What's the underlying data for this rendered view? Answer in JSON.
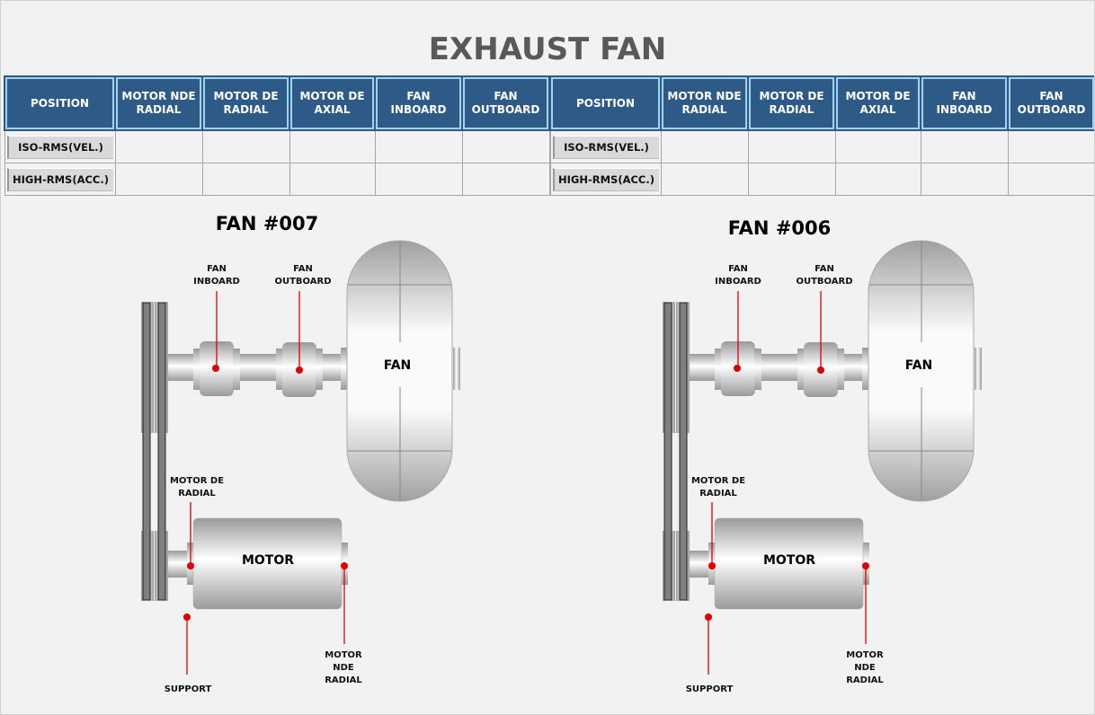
{
  "title": "EXHAUST FAN",
  "tables": [
    {
      "headers": [
        "POSITION",
        "MOTOR NDE RADIAL",
        "MOTOR DE RADIAL",
        "MOTOR DE AXIAL",
        "FAN INBOARD",
        "FAN OUTBOARD"
      ],
      "rows": [
        {
          "label": "ISO-RMS(VEL.)",
          "values": [
            "",
            "",
            "",
            "",
            ""
          ]
        },
        {
          "label": "HIGH-RMS(ACC.)",
          "values": [
            "",
            "",
            "",
            "",
            ""
          ]
        }
      ]
    },
    {
      "headers": [
        "POSITION",
        "MOTOR NDE RADIAL",
        "MOTOR DE RADIAL",
        "MOTOR DE AXIAL",
        "FAN INBOARD",
        "FAN OUTBOARD"
      ],
      "rows": [
        {
          "label": "ISO-RMS(VEL.)",
          "values": [
            "",
            "",
            "",
            "",
            ""
          ]
        },
        {
          "label": "HIGH-RMS(ACC.)",
          "values": [
            "",
            "",
            "",
            "",
            ""
          ]
        }
      ]
    }
  ],
  "diagrams": [
    {
      "title": "FAN #007",
      "fan_label": "FAN",
      "motor_label": "MOTOR",
      "points": {
        "fan_inboard": [
          "FAN",
          "INBOARD"
        ],
        "fan_outboard": [
          "FAN",
          "OUTBOARD"
        ],
        "motor_de": [
          "MOTOR DE",
          "RADIAL"
        ],
        "motor_nde": [
          "MOTOR",
          "NDE",
          "RADIAL"
        ],
        "support": [
          "SUPPORT"
        ]
      }
    },
    {
      "title": "FAN #006",
      "fan_label": "FAN",
      "motor_label": "MOTOR",
      "points": {
        "fan_inboard": [
          "FAN",
          "INBOARD"
        ],
        "fan_outboard": [
          "FAN",
          "OUTBOARD"
        ],
        "motor_de": [
          "MOTOR DE",
          "RADIAL"
        ],
        "motor_nde": [
          "MOTOR",
          "NDE",
          "RADIAL"
        ],
        "support": [
          "SUPPORT"
        ]
      }
    }
  ],
  "colors": {
    "header": "#2e5a88",
    "point": "#e00000"
  }
}
